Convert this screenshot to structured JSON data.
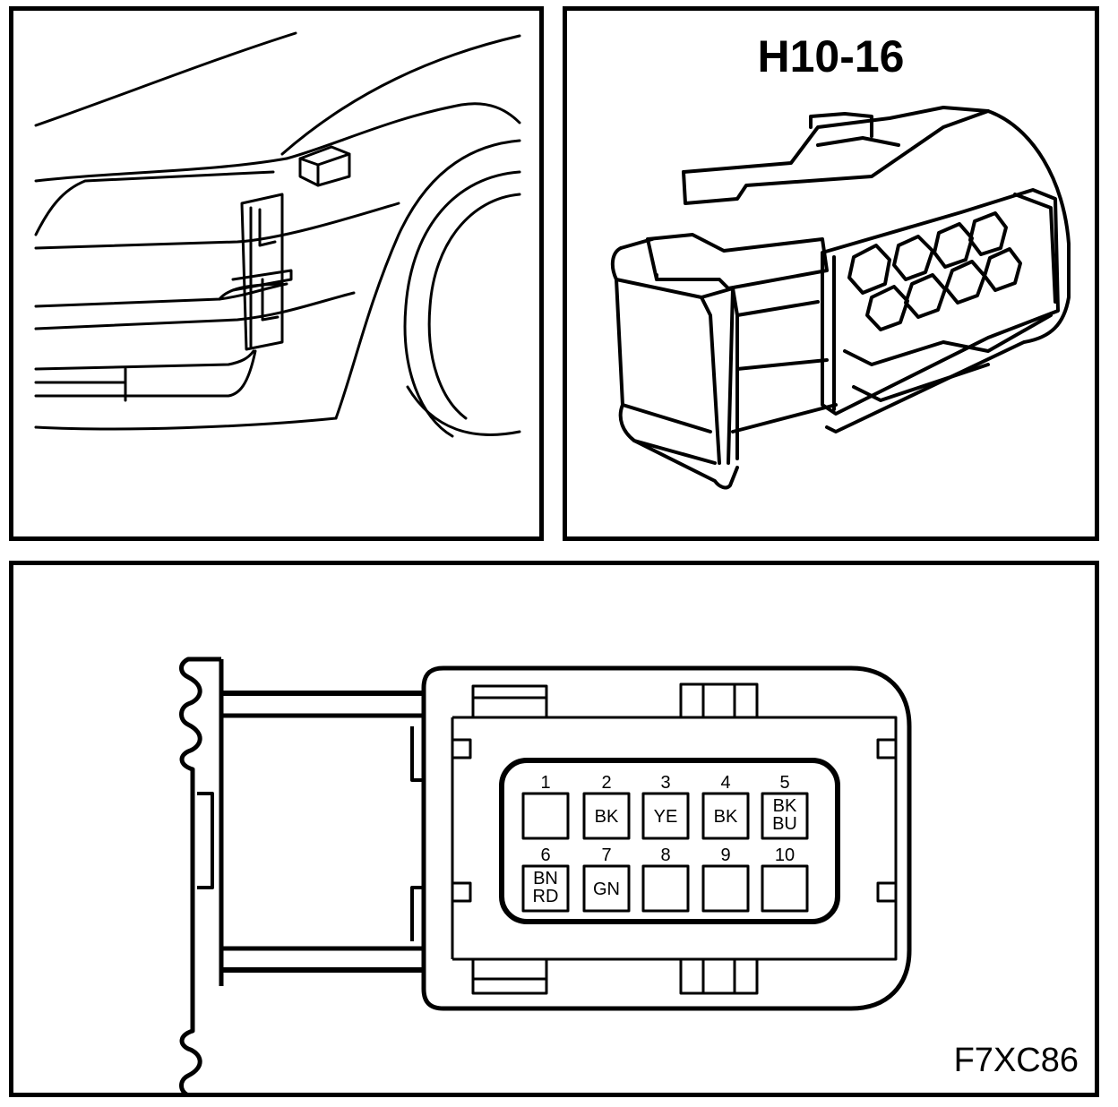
{
  "connector_title": "H10-16",
  "figure_code": "F7XC86",
  "pins": [
    {
      "num": "1",
      "label": ""
    },
    {
      "num": "2",
      "label": "BK"
    },
    {
      "num": "3",
      "label": "YE"
    },
    {
      "num": "4",
      "label": "BK"
    },
    {
      "num": "5",
      "label": "BK",
      "label2": "BU"
    },
    {
      "num": "6",
      "label": "BN",
      "label2": "RD"
    },
    {
      "num": "7",
      "label": "GN"
    },
    {
      "num": "8",
      "label": ""
    },
    {
      "num": "9",
      "label": ""
    },
    {
      "num": "10",
      "label": ""
    }
  ]
}
